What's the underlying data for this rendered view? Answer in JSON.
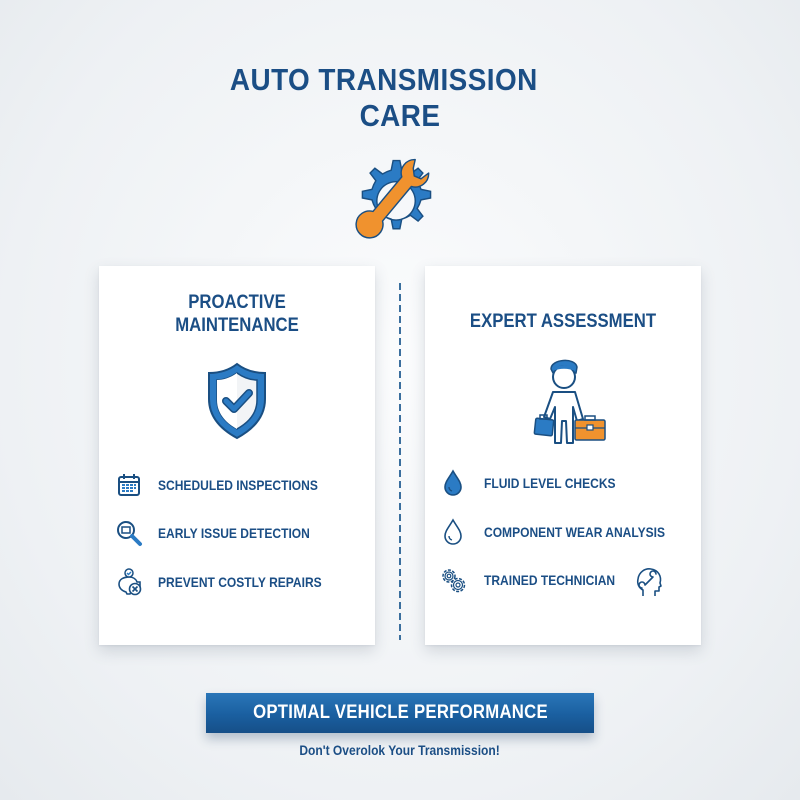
{
  "header": {
    "title_line1": "AUTO TRANSMISSION",
    "title_line2": "CARE",
    "icon": "gear-wrench-icon"
  },
  "colors": {
    "primary_blue": "#1b4e85",
    "icon_blue": "#2b7bc4",
    "accent_orange": "#f0922e",
    "banner_blue": "#1a5fa0",
    "background": "#eef1f4",
    "card": "#ffffff"
  },
  "cards": [
    {
      "title": "PROACTIVE MAINTENANCE",
      "title_line1": "PROACTIVE",
      "title_line2": "MAINTENANCE",
      "icon": "shield-check-icon",
      "items": [
        {
          "label": "SCHEDULED INSPECTIONS",
          "icon": "calendar-icon"
        },
        {
          "label": "EARLY ISSUE DETECTION",
          "icon": "magnifier-icon"
        },
        {
          "label": "PREVENT COSTLY REPAIRS",
          "icon": "piggy-bank-icon"
        }
      ]
    },
    {
      "title": "EXPERT ASSESSMENT",
      "icon": "technician-briefcase-icon",
      "items": [
        {
          "label": "FLUID LEVEL CHECKS",
          "icon": "filled-droplet-icon"
        },
        {
          "label": "COMPONENT WEAR ANALYSIS",
          "icon": "outline-droplet-icon"
        },
        {
          "label": "TRAINED TECHNICIAN",
          "icon": "gears-icon",
          "extra_icon": "head-wrench-icon"
        }
      ]
    }
  ],
  "footer": {
    "banner": "OPTIMAL VEHICLE PERFORMANCE",
    "tagline": "Don't Overolok Your Transmission!"
  }
}
